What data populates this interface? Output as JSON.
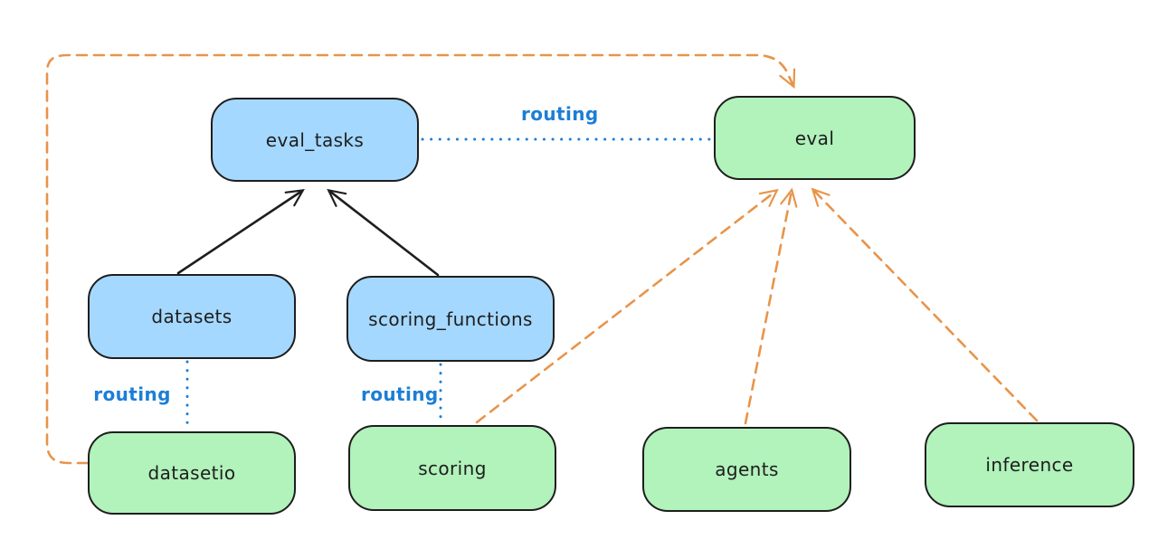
{
  "diagram": {
    "nodes": {
      "eval_tasks": {
        "label": "eval_tasks",
        "color": "blue"
      },
      "eval": {
        "label": "eval",
        "color": "green"
      },
      "datasets": {
        "label": "datasets",
        "color": "blue"
      },
      "scoring_functions": {
        "label": "scoring_functions",
        "color": "blue"
      },
      "datasetio": {
        "label": "datasetio",
        "color": "green"
      },
      "scoring": {
        "label": "scoring",
        "color": "green"
      },
      "agents": {
        "label": "agents",
        "color": "green"
      },
      "inference": {
        "label": "inference",
        "color": "green"
      }
    },
    "edges": [
      {
        "from": "datasets",
        "to": "eval_tasks",
        "style": "solid-black-arrow"
      },
      {
        "from": "scoring_functions",
        "to": "eval_tasks",
        "style": "solid-black-arrow"
      },
      {
        "from": "eval_tasks",
        "to": "eval",
        "style": "dotted-blue",
        "label": "routing"
      },
      {
        "from": "datasets",
        "to": "datasetio",
        "style": "dotted-blue",
        "label": "routing"
      },
      {
        "from": "scoring_functions",
        "to": "scoring",
        "style": "dotted-blue",
        "label": "routing"
      },
      {
        "from": "datasetio",
        "to": "eval",
        "style": "dashed-orange-arrow"
      },
      {
        "from": "scoring",
        "to": "eval",
        "style": "dashed-orange-arrow"
      },
      {
        "from": "agents",
        "to": "eval",
        "style": "dashed-orange-arrow"
      },
      {
        "from": "inference",
        "to": "eval",
        "style": "dashed-orange-arrow"
      }
    ],
    "edge_labels": {
      "eval_routing": "routing",
      "datasetio_routing": "routing",
      "scoring_routing": "routing"
    },
    "colors": {
      "blue_fill": "#a5d8ff",
      "green_fill": "#b2f2bb",
      "node_stroke": "#1e1e1e",
      "orange_edge": "#e8944a",
      "blue_edge": "#1c7ed6",
      "background": "#ffffff"
    }
  }
}
